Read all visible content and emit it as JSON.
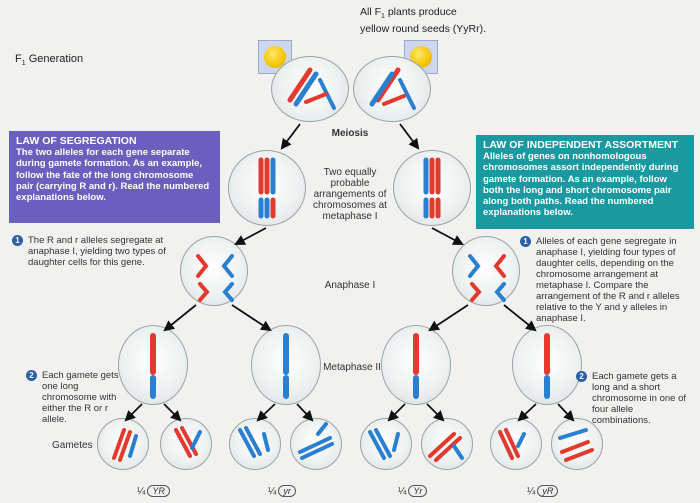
{
  "top_note": {
    "line1": "All F",
    "sub": "1",
    "line2": " plants produce",
    "line3": "yellow round seeds (YyRr)."
  },
  "generation": {
    "label": "F",
    "sub": "1",
    "rest": " Generation"
  },
  "labels": {
    "meiosis": "Meiosis",
    "metaphase1": "Two equally probable arrangements of chromosomes at metaphase I",
    "anaphase1": "Anaphase I",
    "metaphase2": "Metaphase II",
    "gametes": "Gametes"
  },
  "segregation": {
    "title": "LAW OF SEGREGATION",
    "body": "The two alleles for each gene separate during gamete formation. As an example, follow the fate of the long chromosome pair (carrying R and r). Read the numbered explanations below."
  },
  "assortment": {
    "title": "LAW OF INDEPENDENT ASSORTMENT",
    "body": "Alleles of genes on nonhomologous chromosomes assort independently during gamete formation. As an example, follow both the long and short chromosome pair along both paths. Read the numbered explanations below."
  },
  "notes": {
    "n1_left": "The R and r alleles segregate at anaphase I, yielding two types of daughter cells for this gene.",
    "n2_left": "Each gamete gets one long chromosome with either the R or r allele.",
    "n1_right": "Alleles of each gene segregate in anaphase I, yielding four types of daughter cells, depending on the chromosome arrangement at metaphase I. Compare the arrangement of the R and r alleles relative to the Y and y alleles in anaphase I.",
    "n2_right": "Each gamete gets a long and a short chromosome in one of four allele combinations."
  },
  "fractions": [
    {
      "frac": "¼",
      "geno": "YR"
    },
    {
      "frac": "¼",
      "geno": "yr"
    },
    {
      "frac": "¼",
      "geno": "Yr"
    },
    {
      "frac": "¼",
      "geno": "yR"
    }
  ],
  "colors": {
    "purple": "#6a5fbf",
    "teal": "#1a9aa0",
    "red": "#e23a2e",
    "blue": "#2b7fd0"
  }
}
